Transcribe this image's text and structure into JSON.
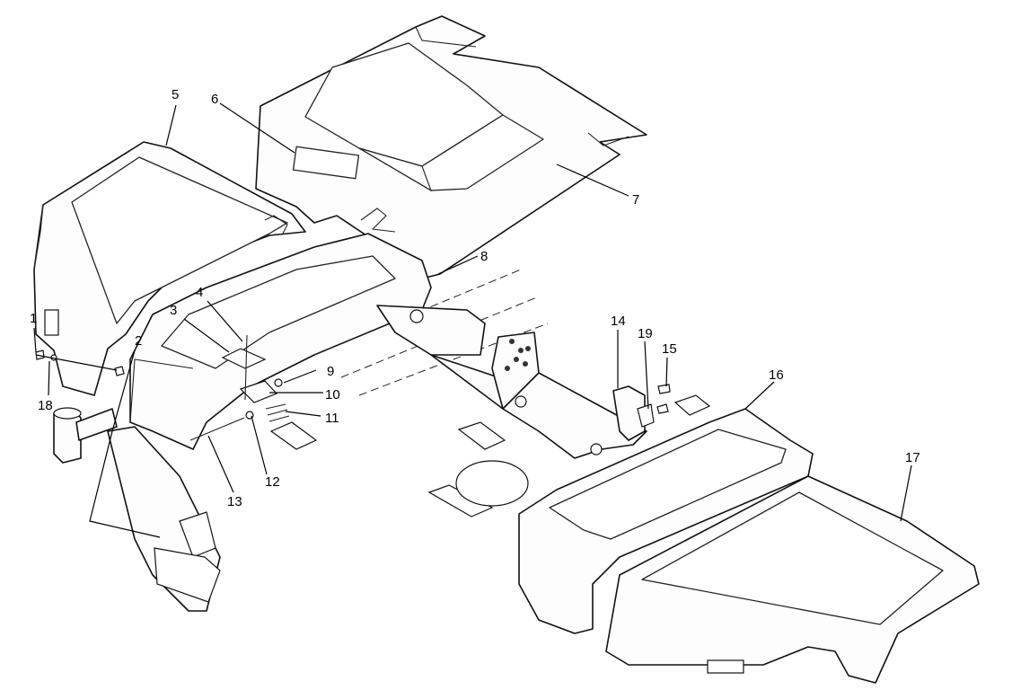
{
  "callouts": [
    {
      "id": "1",
      "text": "1"
    },
    {
      "id": "2",
      "text": "2"
    },
    {
      "id": "3",
      "text": "3"
    },
    {
      "id": "4",
      "text": "4"
    },
    {
      "id": "5",
      "text": "5"
    },
    {
      "id": "6",
      "text": "6"
    },
    {
      "id": "7",
      "text": "7"
    },
    {
      "id": "8",
      "text": "8"
    },
    {
      "id": "9",
      "text": "9"
    },
    {
      "id": "10",
      "text": "10"
    },
    {
      "id": "11",
      "text": "11"
    },
    {
      "id": "12",
      "text": "12"
    },
    {
      "id": "13",
      "text": "13"
    },
    {
      "id": "14",
      "text": "14"
    },
    {
      "id": "15",
      "text": "15"
    },
    {
      "id": "16",
      "text": "16"
    },
    {
      "id": "17",
      "text": "17"
    },
    {
      "id": "18",
      "text": "18"
    },
    {
      "id": "19",
      "text": "19"
    }
  ],
  "colors": {
    "line": "#111111",
    "fill": "#fdfdfd",
    "background": "#ffffff"
  }
}
